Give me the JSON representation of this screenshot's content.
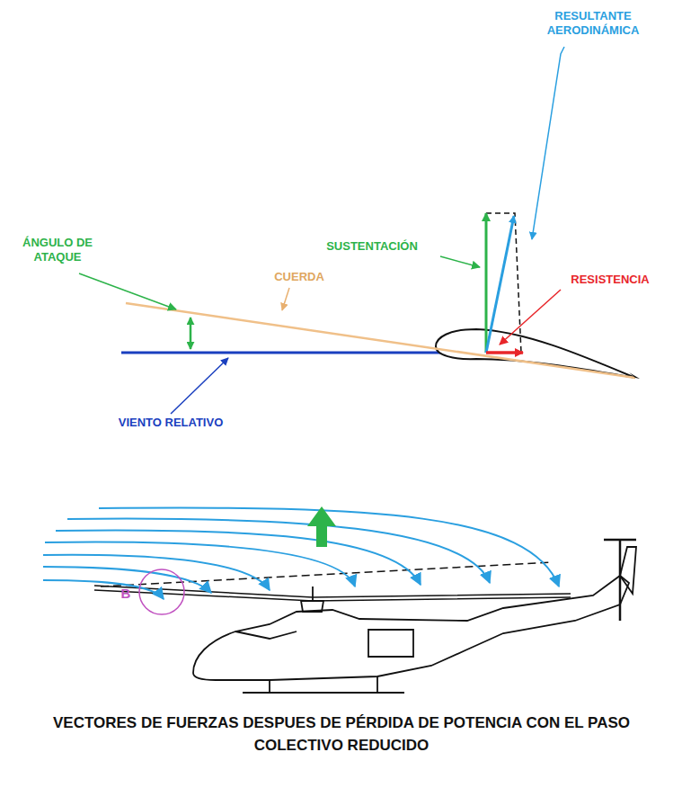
{
  "diagram": {
    "caption": "VECTORES DE FUERZAS DESPUES DE PÉRDIDA DE POTENCIA CON EL PASO COLECTIVO REDUCIDO",
    "labels": [
      "RESULTANTE AERODINÁMICA",
      "ÁNGULO DE ATAQUE",
      "SUSTENTACIÓN",
      "CUERDA",
      "RESISTENCIA",
      "VIENTO RELATIVO",
      "B"
    ]
  }
}
